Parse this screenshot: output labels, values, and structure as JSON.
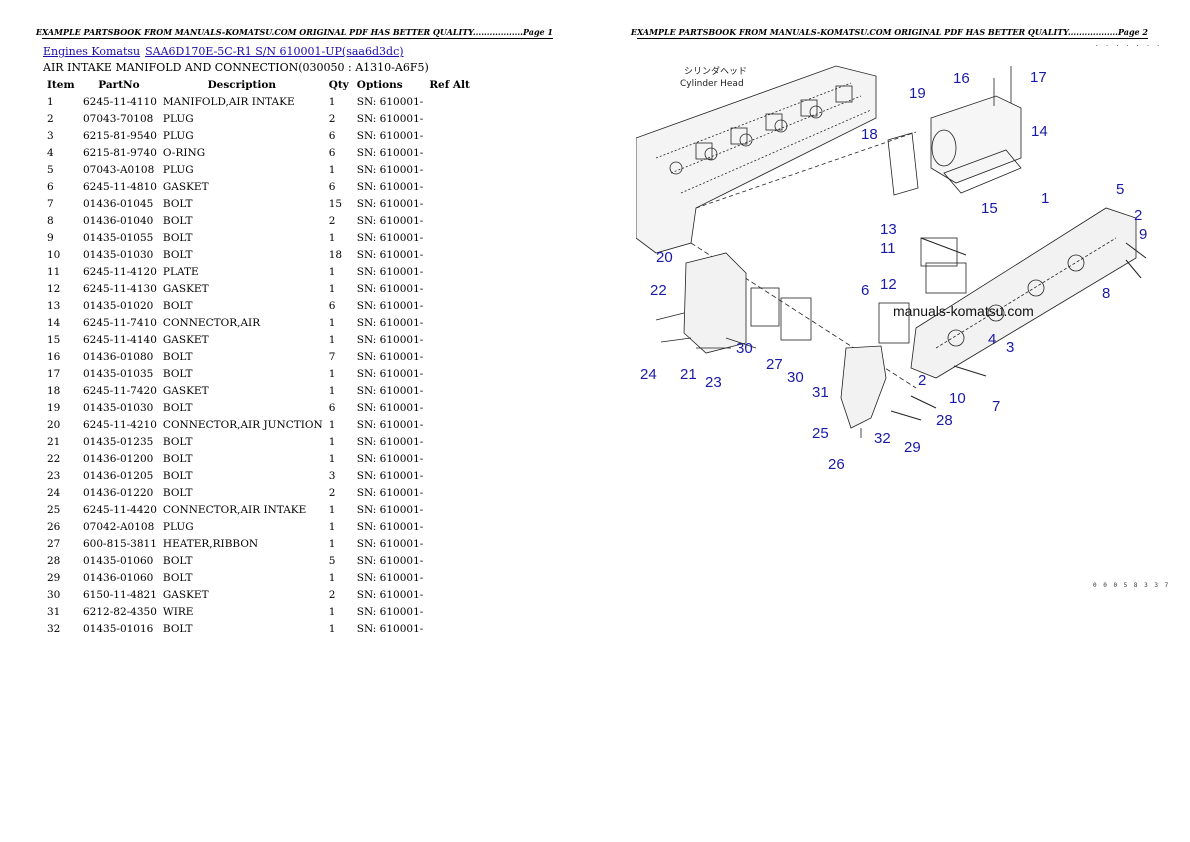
{
  "page1": {
    "header": "EXAMPLE PARTSBOOK FROM MANUALS-KOMATSU.COM ORIGINAL PDF HAS BETTER QUALITY..................Page 1"
  },
  "page2": {
    "header": "EXAMPLE PARTSBOOK FROM MANUALS-KOMATSU.COM ORIGINAL PDF HAS BETTER QUALITY..................Page 2"
  },
  "breadcrumb": {
    "link1": "Engines Komatsu",
    "link2": "SAA6D170E-5C-R1 S/N 610001-UP(saa6d3dc)"
  },
  "section_title": "AIR INTAKE MANIFOLD AND CONNECTION(030050 : A1310-A6F5)",
  "table": {
    "headers": [
      "Item",
      "PartNo",
      "Description",
      "Qty",
      "Options",
      "Ref Alt"
    ],
    "rows": [
      [
        "1",
        "6245-11-4110",
        "MANIFOLD,AIR INTAKE",
        "1",
        "SN: 610001-",
        ""
      ],
      [
        "2",
        "07043-70108",
        "PLUG",
        "2",
        "SN: 610001-",
        ""
      ],
      [
        "3",
        "6215-81-9540",
        "PLUG",
        "6",
        "SN: 610001-",
        ""
      ],
      [
        "4",
        "6215-81-9740",
        "O-RING",
        "6",
        "SN: 610001-",
        ""
      ],
      [
        "5",
        "07043-A0108",
        "PLUG",
        "1",
        "SN: 610001-",
        ""
      ],
      [
        "6",
        "6245-11-4810",
        "GASKET",
        "6",
        "SN: 610001-",
        ""
      ],
      [
        "7",
        "01436-01045",
        "BOLT",
        "15",
        "SN: 610001-",
        ""
      ],
      [
        "8",
        "01436-01040",
        "BOLT",
        "2",
        "SN: 610001-",
        ""
      ],
      [
        "9",
        "01435-01055",
        "BOLT",
        "1",
        "SN: 610001-",
        ""
      ],
      [
        "10",
        "01435-01030",
        "BOLT",
        "18",
        "SN: 610001-",
        ""
      ],
      [
        "11",
        "6245-11-4120",
        "PLATE",
        "1",
        "SN: 610001-",
        ""
      ],
      [
        "12",
        "6245-11-4130",
        "GASKET",
        "1",
        "SN: 610001-",
        ""
      ],
      [
        "13",
        "01435-01020",
        "BOLT",
        "6",
        "SN: 610001-",
        ""
      ],
      [
        "14",
        "6245-11-7410",
        "CONNECTOR,AIR",
        "1",
        "SN: 610001-",
        ""
      ],
      [
        "15",
        "6245-11-4140",
        "GASKET",
        "1",
        "SN: 610001-",
        ""
      ],
      [
        "16",
        "01436-01080",
        "BOLT",
        "7",
        "SN: 610001-",
        ""
      ],
      [
        "17",
        "01435-01035",
        "BOLT",
        "1",
        "SN: 610001-",
        ""
      ],
      [
        "18",
        "6245-11-7420",
        "GASKET",
        "1",
        "SN: 610001-",
        ""
      ],
      [
        "19",
        "01435-01030",
        "BOLT",
        "6",
        "SN: 610001-",
        ""
      ],
      [
        "20",
        "6245-11-4210",
        "CONNECTOR,AIR JUNCTION",
        "1",
        "SN: 610001-",
        ""
      ],
      [
        "21",
        "01435-01235",
        "BOLT",
        "1",
        "SN: 610001-",
        ""
      ],
      [
        "22",
        "01436-01200",
        "BOLT",
        "1",
        "SN: 610001-",
        ""
      ],
      [
        "23",
        "01436-01205",
        "BOLT",
        "3",
        "SN: 610001-",
        ""
      ],
      [
        "24",
        "01436-01220",
        "BOLT",
        "2",
        "SN: 610001-",
        ""
      ],
      [
        "25",
        "6245-11-4420",
        "CONNECTOR,AIR INTAKE",
        "1",
        "SN: 610001-",
        ""
      ],
      [
        "26",
        "07042-A0108",
        "PLUG",
        "1",
        "SN: 610001-",
        ""
      ],
      [
        "27",
        "600-815-3811",
        "HEATER,RIBBON",
        "1",
        "SN: 610001-",
        ""
      ],
      [
        "28",
        "01435-01060",
        "BOLT",
        "5",
        "SN: 610001-",
        ""
      ],
      [
        "29",
        "01436-01060",
        "BOLT",
        "1",
        "SN: 610001-",
        ""
      ],
      [
        "30",
        "6150-11-4821",
        "GASKET",
        "2",
        "SN: 610001-",
        ""
      ],
      [
        "31",
        "6212-82-4350",
        "WIRE",
        "1",
        "SN: 610001-",
        ""
      ],
      [
        "32",
        "01435-01016",
        "BOLT",
        "1",
        "SN: 610001-",
        ""
      ]
    ]
  },
  "diagram": {
    "watermark": "manuals-komatsu.com",
    "head_label_jp": "シリンダヘッド",
    "head_label_en": "Cylinder Head",
    "code_top": ". . . . . . .",
    "code_bottom": "0 0 0 5 8 3 3 7",
    "callouts": [
      "1",
      "2",
      "2",
      "3",
      "4",
      "5",
      "6",
      "7",
      "8",
      "9",
      "10",
      "11",
      "12",
      "13",
      "14",
      "15",
      "16",
      "17",
      "18",
      "19",
      "20",
      "21",
      "22",
      "23",
      "24",
      "25",
      "26",
      "27",
      "28",
      "29",
      "30",
      "30",
      "31",
      "32"
    ]
  }
}
